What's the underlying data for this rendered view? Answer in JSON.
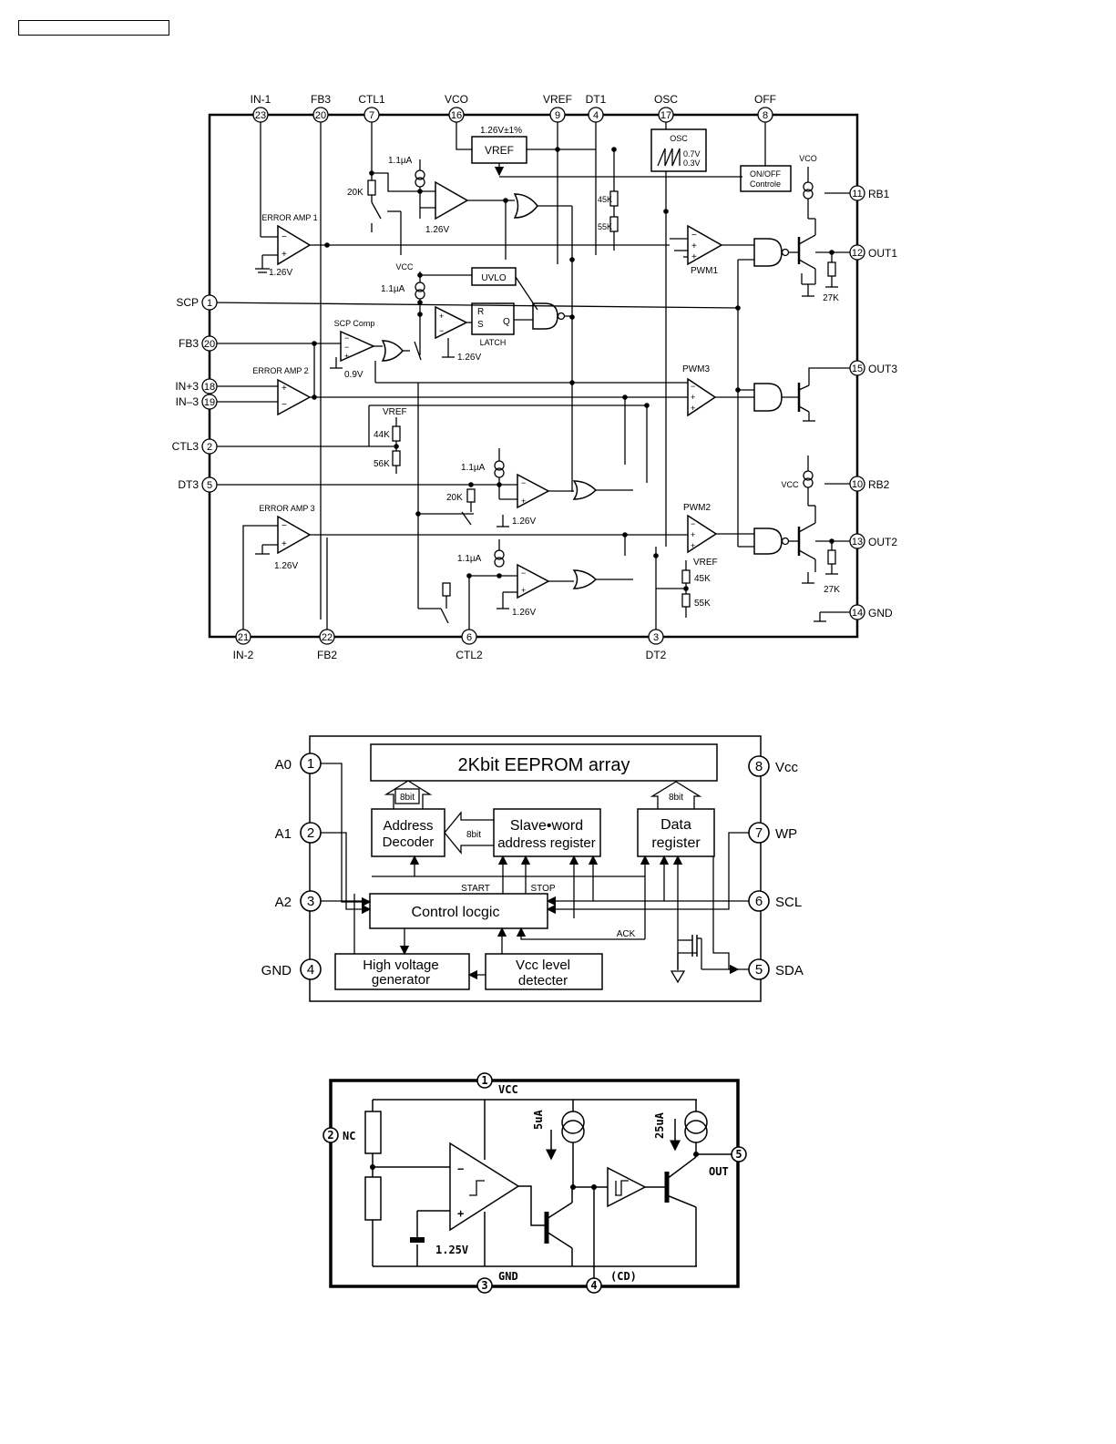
{
  "d1": {
    "pins_top": [
      {
        "num": "23",
        "name": "IN-1"
      },
      {
        "num": "20",
        "name": "FB3"
      },
      {
        "num": "7",
        "name": "CTL1"
      },
      {
        "num": "16",
        "name": "VCO"
      },
      {
        "num": "9",
        "name": "VREF"
      },
      {
        "num": "4",
        "name": "DT1"
      },
      {
        "num": "17",
        "name": "OSC"
      },
      {
        "num": "8",
        "name": "OFF"
      }
    ],
    "pins_left": [
      {
        "num": "1",
        "name": "SCP"
      },
      {
        "num": "20",
        "name": "FB3"
      },
      {
        "num": "18",
        "name": "IN+3"
      },
      {
        "num": "19",
        "name": "IN–3"
      },
      {
        "num": "2",
        "name": "CTL3"
      },
      {
        "num": "5",
        "name": "DT3"
      }
    ],
    "pins_right": [
      {
        "num": "11",
        "name": "RB1"
      },
      {
        "num": "12",
        "name": "OUT1"
      },
      {
        "num": "15",
        "name": "OUT3"
      },
      {
        "num": "10",
        "name": "RB2"
      },
      {
        "num": "13",
        "name": "OUT2"
      },
      {
        "num": "14",
        "name": "GND"
      }
    ],
    "pins_bottom": [
      {
        "num": "21",
        "name": "IN-2"
      },
      {
        "num": "22",
        "name": "FB2"
      },
      {
        "num": "6",
        "name": "CTL2"
      },
      {
        "num": "3",
        "name": "DT2"
      }
    ],
    "labels": {
      "vref_tol": "1.26V±1%",
      "vref_box": "VREF",
      "osc_box": "OSC",
      "osc_v1": "0.7V",
      "osc_v2": "0.3V",
      "onoff_1": "ON/OFF",
      "onoff_2": "Controle",
      "vco": "VCO",
      "vcc": "VCC",
      "uvlo": "UVLO",
      "latch": "LATCH",
      "latch_r": "R",
      "latch_s": "S",
      "latch_q": "Q",
      "err1": "ERROR AMP 1",
      "err2": "ERROR AMP 2",
      "err3": "ERROR AMP 3",
      "scp_comp": "SCP Comp",
      "pwm1": "PWM1",
      "pwm2": "PWM2",
      "pwm3": "PWM3",
      "i_src": "1.1µA",
      "v126": "1.26V",
      "v09": "0.9V",
      "r20k": "20K",
      "r45k": "45K",
      "r55k": "55K",
      "r44k": "44K",
      "r56k": "56K",
      "r27k": "27K",
      "vref": "VREF"
    }
  },
  "d2": {
    "title": "2Kbit EEPROM array",
    "pins": [
      {
        "num": "1",
        "name": "A0"
      },
      {
        "num": "2",
        "name": "A1"
      },
      {
        "num": "3",
        "name": "A2"
      },
      {
        "num": "4",
        "name": "GND"
      },
      {
        "num": "8",
        "name": "Vcc"
      },
      {
        "num": "7",
        "name": "WP"
      },
      {
        "num": "6",
        "name": "SCL"
      },
      {
        "num": "5",
        "name": "SDA"
      }
    ],
    "addr_decoder": [
      "Address",
      "Decoder"
    ],
    "slave_reg": [
      "Slave•word",
      "address register"
    ],
    "data_reg": [
      "Data",
      "register"
    ],
    "control": "Control locgic",
    "hv_gen": [
      "High voltage",
      "generator"
    ],
    "vcc_det": [
      "Vcc level",
      "detecter"
    ],
    "bit8": "8bit",
    "start": "START",
    "stop": "STOP",
    "ack": "ACK"
  },
  "d3": {
    "pins": [
      {
        "num": "1",
        "name": "VCC"
      },
      {
        "num": "2",
        "name": "NC"
      },
      {
        "num": "3",
        "name": "GND"
      },
      {
        "num": "4",
        "name": "(CD)"
      },
      {
        "num": "5",
        "name": "OUT"
      }
    ],
    "vref": "1.25V",
    "i1": "5uA",
    "i2": "25uA"
  }
}
